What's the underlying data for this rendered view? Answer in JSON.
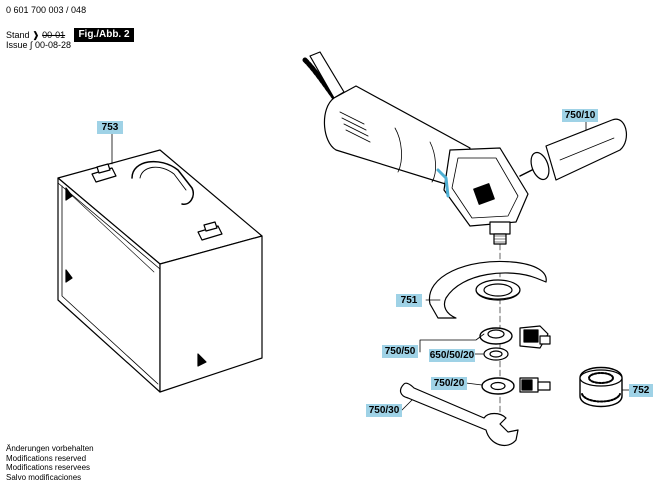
{
  "header": {
    "doc_number": "0 601 700 003 / 048",
    "stand_label": "Stand",
    "stand_value": "00-01",
    "issue_label": "Issue",
    "issue_value": "00-08-28",
    "figure_badge": "Fig./Abb. 2"
  },
  "callouts": {
    "case": "753",
    "side_handle": "750/10",
    "guard": "751",
    "flange_group": "750/50",
    "flange_inner": "650/50/20",
    "clamp_nut": "750/20",
    "quick_nut": "752",
    "spanner": "750/30"
  },
  "footer": {
    "lines": [
      "Änderungen vorbehalten",
      "Modifications reserved",
      "Modifications reservees",
      "Salvo modificaciones"
    ]
  },
  "colors": {
    "callout_fill": "#9fd2e6",
    "line": "#000000"
  }
}
